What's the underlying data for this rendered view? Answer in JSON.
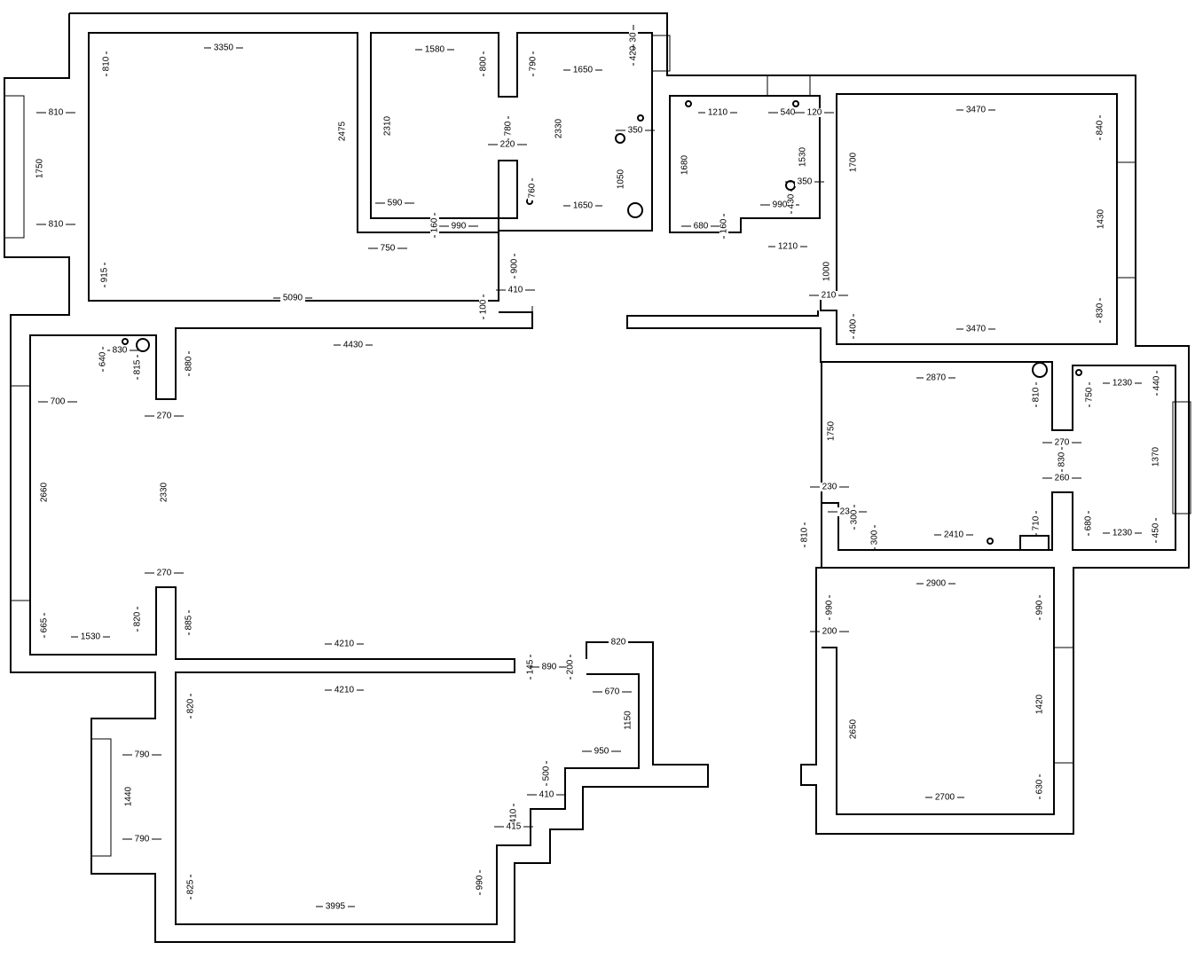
{
  "plan": {
    "title": "Floor plan with dimensions",
    "line_color": "#000000",
    "background": "#ffffff"
  },
  "dims": [
    "3350",
    "810",
    "810",
    "1750",
    "810",
    "2475",
    "915",
    "5090",
    "1580",
    "800",
    "2310",
    "590",
    "160",
    "990",
    "750",
    "780",
    "790",
    "1650",
    "420",
    "30",
    "2330",
    "350",
    "220",
    "760",
    "1050",
    "1650",
    "900",
    "410",
    "100",
    "1210",
    "540",
    "120",
    "1680",
    "1530",
    "350",
    "990",
    "430",
    "680",
    "160",
    "1210",
    "1700",
    "1000",
    "3470",
    "840",
    "1430",
    "830",
    "3470",
    "210",
    "400",
    "4430",
    "830",
    "640",
    "815",
    "880",
    "700",
    "270",
    "2660",
    "2330",
    "270",
    "665",
    "1530",
    "820",
    "885",
    "4210",
    "145",
    "890",
    "200",
    "820",
    "4210",
    "670",
    "820",
    "1150",
    "950",
    "500",
    "410",
    "410",
    "415",
    "790",
    "1440",
    "790",
    "825",
    "3995",
    "990",
    "2870",
    "810",
    "750",
    "1230",
    "440",
    "1750",
    "270",
    "830",
    "260",
    "1370",
    "230",
    "230",
    "300",
    "810",
    "300",
    "2410",
    "710",
    "680",
    "1230",
    "450",
    "2900",
    "990",
    "990",
    "200",
    "2650",
    "1420",
    "630",
    "2700"
  ]
}
